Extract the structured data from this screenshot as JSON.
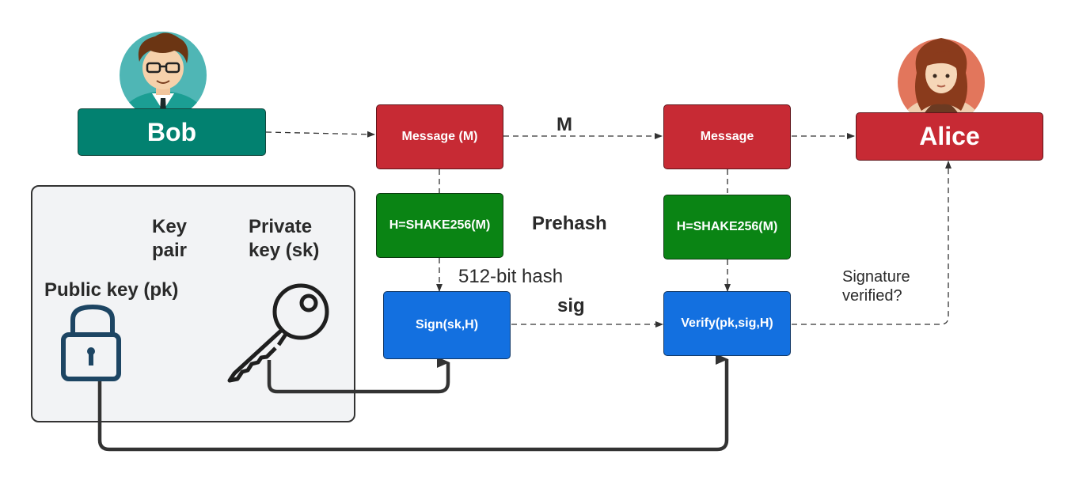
{
  "bob": {
    "name": "Bob"
  },
  "alice": {
    "name": "Alice"
  },
  "signer": {
    "message": "Message (M)",
    "prehash": "H=SHAKE256(M)",
    "sign": "Sign(sk,H)"
  },
  "verifier": {
    "message": "Message",
    "prehash": "H=SHAKE256(M)",
    "verify": "Verify(pk,sig,H)"
  },
  "labels": {
    "m": "M",
    "prehash": "Prehash",
    "hash": "512-bit hash",
    "sig": "sig",
    "verified_line1": "Signature",
    "verified_line2": "verified?"
  },
  "keys": {
    "pair_line1": "Key",
    "pair_line2": "pair",
    "private_line1": "Private",
    "private_line2": "key (sk)",
    "public": "Public key (pk)"
  },
  "colors": {
    "message": "#c72a34",
    "hash": "#0a8414",
    "crypto": "#1370e0",
    "bob": "#028170",
    "panel": "#f2f3f5"
  },
  "icons": [
    "bob-avatar-icon",
    "alice-avatar-icon",
    "padlock-icon",
    "key-icon"
  ]
}
